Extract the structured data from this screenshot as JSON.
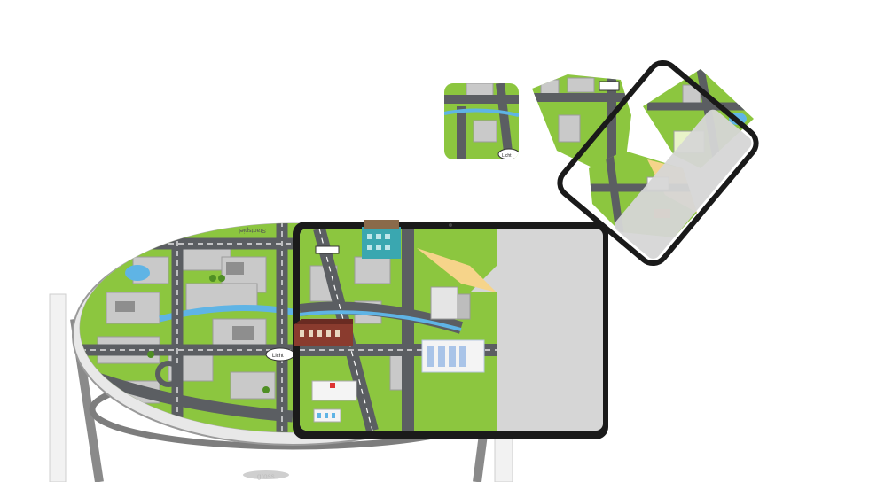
{
  "scene": {
    "map_labels": {
      "table_rim_text": "Stadtspiel",
      "table_marker": "Licht",
      "tile_marker": "Licht",
      "footer_text": "gross"
    },
    "colors": {
      "grass": "#8cc63f",
      "grass_dark": "#6fae2e",
      "road": "#5b5e62",
      "road_line": "#ffffff",
      "block": "#c9c9c9",
      "block_dark": "#8e8e8e",
      "water": "#5fb4e5",
      "sand": "#f6d48a",
      "table_leg": "#bdbdbd",
      "device_frame": "#1a1a1a",
      "device_screen": "#d6d6d6",
      "building_red": "#8a3b2e",
      "building_teal": "#3aa7b0"
    }
  }
}
